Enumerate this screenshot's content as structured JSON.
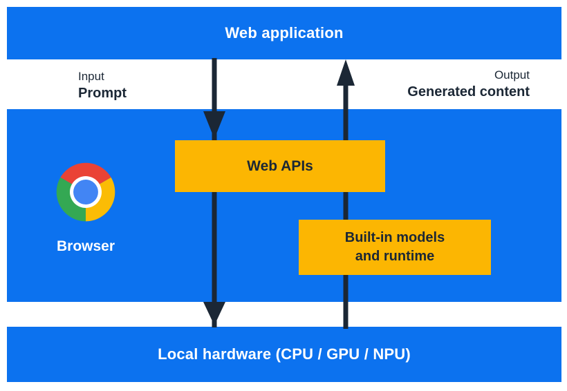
{
  "diagram": {
    "top_bar": {
      "title": "Web application"
    },
    "io_labels": {
      "input_title": "Input",
      "input_value": "Prompt",
      "output_title": "Output",
      "output_value": "Generated content"
    },
    "browser_section": {
      "icon": "chrome-browser-icon",
      "label": "Browser",
      "boxes": {
        "web_apis": {
          "label": "Web APIs"
        },
        "builtin_models": {
          "label_line1": "Built-in models",
          "label_line2": "and runtime"
        }
      }
    },
    "bottom_bar": {
      "title": "Local hardware (CPU / GPU / NPU)"
    },
    "arrows": [
      {
        "name": "prompt-down-arrow",
        "direction": "down",
        "from": "Web application",
        "to": "Local hardware"
      },
      {
        "name": "generated-content-up-arrow",
        "direction": "up",
        "from": "Local hardware",
        "to": "Web application"
      }
    ]
  },
  "colors": {
    "band_blue": "#0c72ef",
    "box_yellow": "#fcb602",
    "arrow_dark": "#1b2735",
    "text_dark": "#1b2735",
    "text_white": "#ffffff",
    "chrome_red": "#ea4335",
    "chrome_green": "#34a853",
    "chrome_yellow": "#fbbc05",
    "chrome_blue": "#4285f4",
    "background": "#ffffff"
  }
}
